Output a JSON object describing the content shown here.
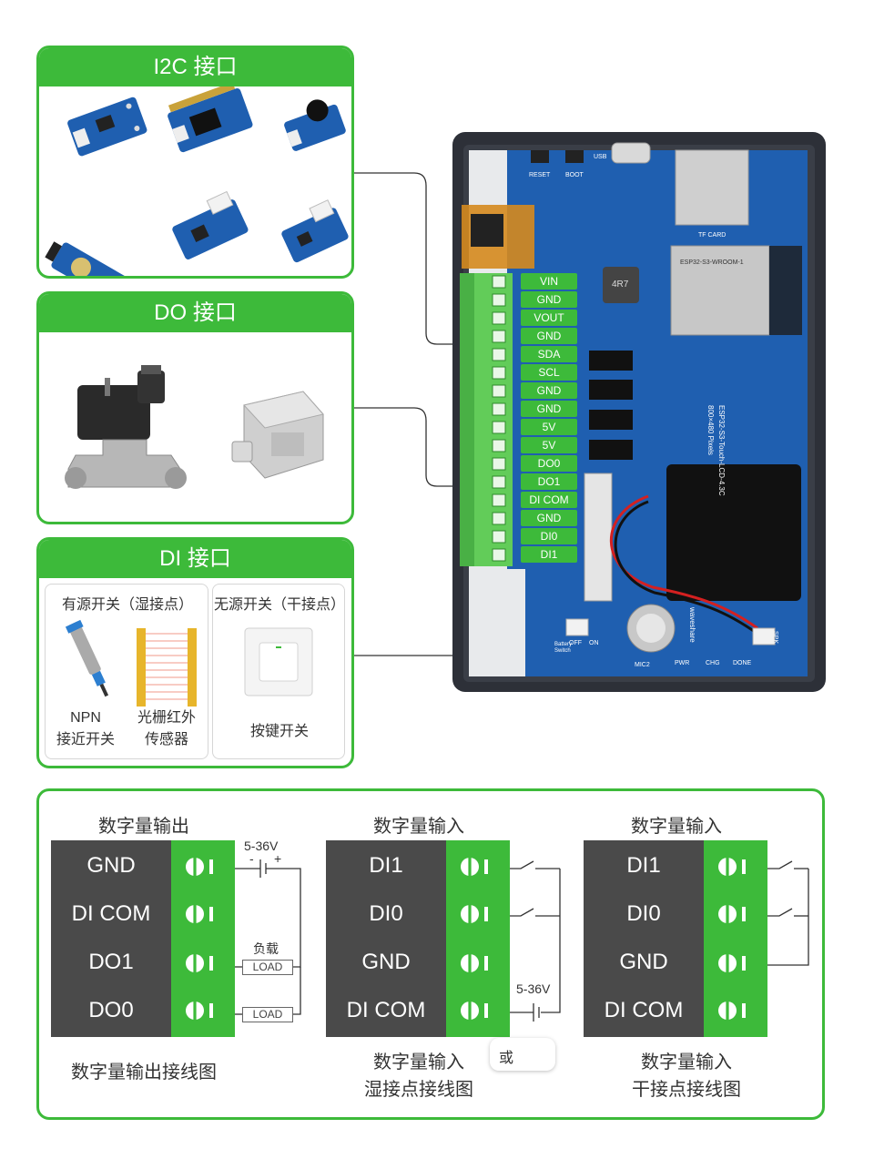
{
  "i2c": {
    "title": "I2C 接口"
  },
  "do_panel": {
    "title": "DO 接口"
  },
  "di_panel": {
    "title": "DI 接口",
    "wet": {
      "title": "有源开关（湿接点）",
      "npn": [
        "NPN",
        "接近开关"
      ],
      "grating": [
        "光栅红外",
        "传感器"
      ]
    },
    "dry": {
      "title": "无源开关（干接点）",
      "button": "按键开关"
    }
  },
  "board": {
    "pins": [
      "VIN",
      "GND",
      "VOUT",
      "GND",
      "SDA",
      "SCL",
      "GND",
      "GND",
      "5V",
      "5V",
      "DO0",
      "DO1",
      "DI COM",
      "GND",
      "DI0",
      "DI1"
    ],
    "silk": {
      "reset": "RESET",
      "boot": "BOOT",
      "usb": "USB",
      "tf": "TF CARD",
      "module": "ESP32-S3-WROOM-1",
      "product": "ESP32-S3-Touch-LCD-4.3C",
      "resolution": "800×480 Pixels",
      "chip": "4R7",
      "brand": "waveshare",
      "pwr": "PWR",
      "chg": "CHG",
      "done": "DONE",
      "mic": "MIC2",
      "battery": "Battery Switch",
      "off": "OFF",
      "on": "ON",
      "spk": "SPK"
    }
  },
  "wiring": {
    "output": {
      "title": "数字量输出",
      "rows": [
        "GND",
        "DI COM",
        "DO1",
        "DO0"
      ],
      "voltage": "5-36V",
      "minus": "-",
      "plus": "+",
      "load_label": "负载",
      "load": "LOAD",
      "caption": "数字量输出接线图"
    },
    "wet": {
      "title": "数字量输入",
      "rows": [
        "DI1",
        "DI0",
        "GND",
        "DI COM"
      ],
      "voltage": "5-36V",
      "or": "或",
      "caption": [
        "数字量输入",
        "湿接点接线图"
      ]
    },
    "dry": {
      "title": "数字量输入",
      "rows": [
        "DI1",
        "DI0",
        "GND",
        "DI COM"
      ],
      "caption": [
        "数字量输入",
        "干接点接线图"
      ]
    }
  },
  "colors": {
    "green": "#3dba3a",
    "dark": "#4a4a4a",
    "pcb": "#1f5fb0",
    "bezel": "#2d3038"
  }
}
